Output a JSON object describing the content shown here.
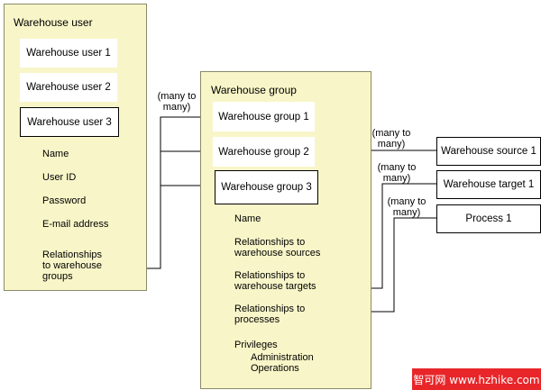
{
  "user_panel": {
    "title": "Warehouse user",
    "users": [
      "Warehouse user 1",
      "Warehouse user 2",
      "Warehouse user 3"
    ],
    "attributes": [
      "Name",
      "User ID",
      "Password",
      "E-mail address"
    ],
    "relationship_line1": "Relationships",
    "relationship_line2": "to warehouse",
    "relationship_line3": "groups"
  },
  "group_panel": {
    "title": "Warehouse group",
    "groups": [
      "Warehouse group 1",
      "Warehouse group 2",
      "Warehouse group 3"
    ],
    "attr_name": "Name",
    "rel_sources_line1": "Relationships to",
    "rel_sources_line2": "warehouse sources",
    "rel_targets_line1": "Relationships to",
    "rel_targets_line2": "warehouse targets",
    "rel_processes_line1": "Relationships to",
    "rel_processes_line2": "processes",
    "privileges": "Privileges",
    "priv_admin": "Administration",
    "priv_ops": "Operations"
  },
  "objects": [
    "Warehouse source 1",
    "Warehouse target 1",
    "Process 1"
  ],
  "cardinality": {
    "line1": "(many to",
    "line2": "many)"
  },
  "watermark": "智可网 www.hzhike.com",
  "colors": {
    "panel_fill": "#f8f6c8",
    "watermark_bg": "#e8262a"
  }
}
